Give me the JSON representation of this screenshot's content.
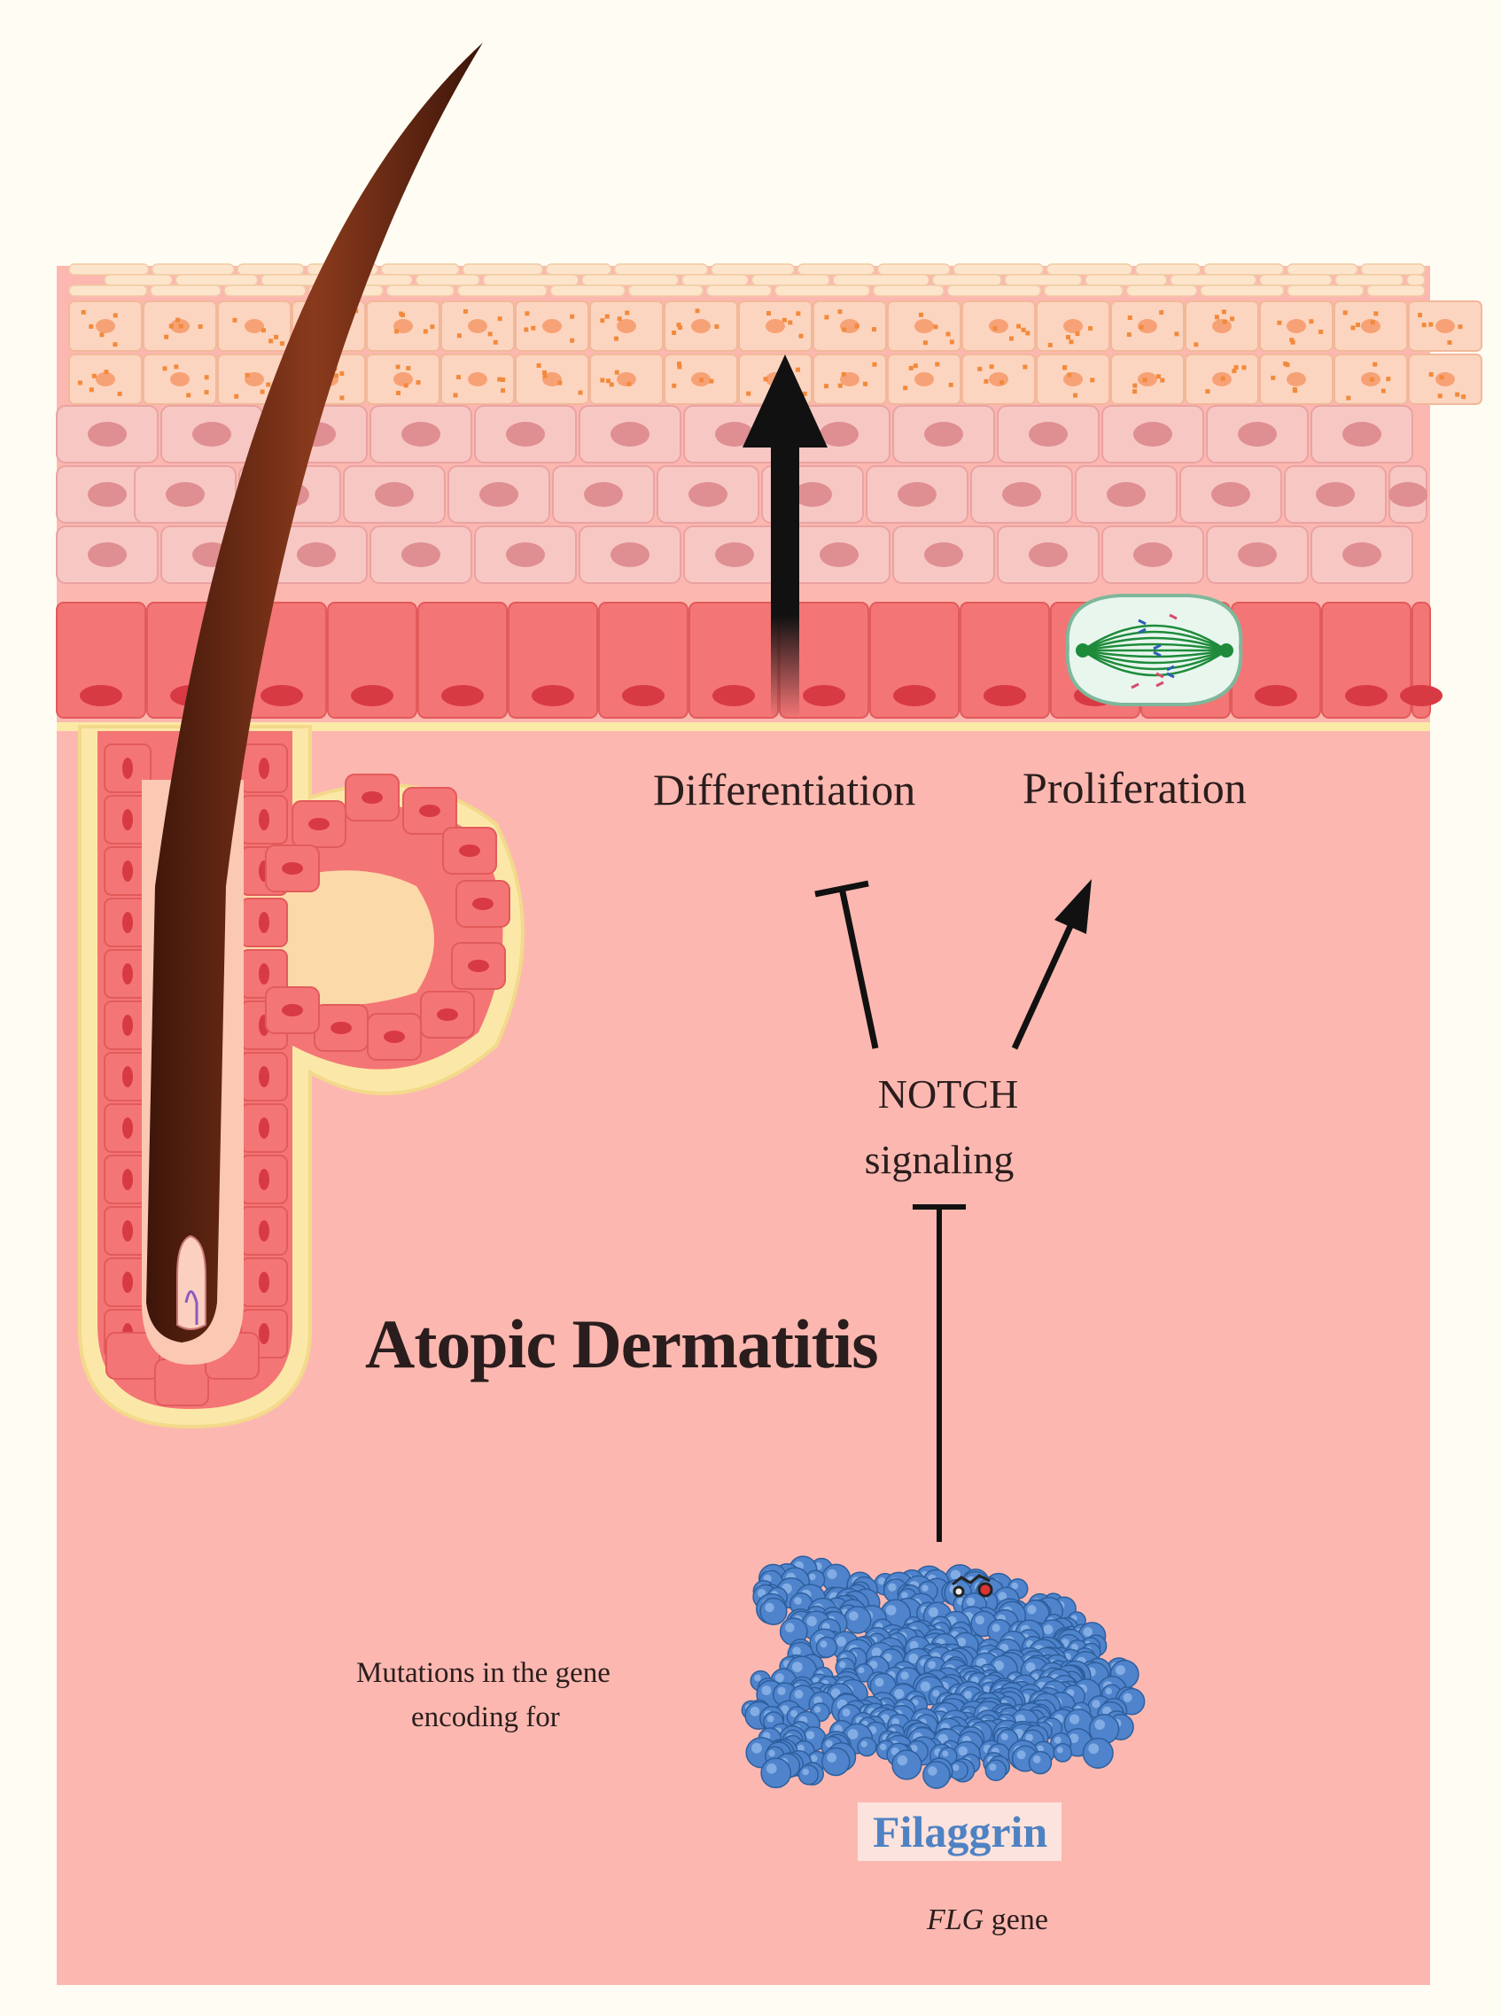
{
  "labels": {
    "differentiation": "Differentiation",
    "proliferation": "Proliferation",
    "notch_line1": "NOTCH",
    "notch_line2": "signaling",
    "disease": "Atopic Dermatitis",
    "mutation_line1": "Mutations in the gene",
    "mutation_line2": "encoding for",
    "protein": "Filaggrin",
    "gene_symbol": "FLG",
    "gene_word": "gene"
  },
  "colors": {
    "background": "#fffdf3",
    "dermis": "#fcb8b0",
    "basal_cell": "#f47575",
    "spinous_cell": "#f7c7c4",
    "granular_cell": "#fcd5c0",
    "corneum": "#fde5cc",
    "hair_shaft": "#6b2a16",
    "filaggrin": "#4f84cc",
    "arrow": "#111111",
    "mitotic_spindle": "#1e8b3a"
  },
  "icons": [
    "hair-follicle-icon",
    "mitotic-cell-icon",
    "filaggrin-protein-icon"
  ]
}
